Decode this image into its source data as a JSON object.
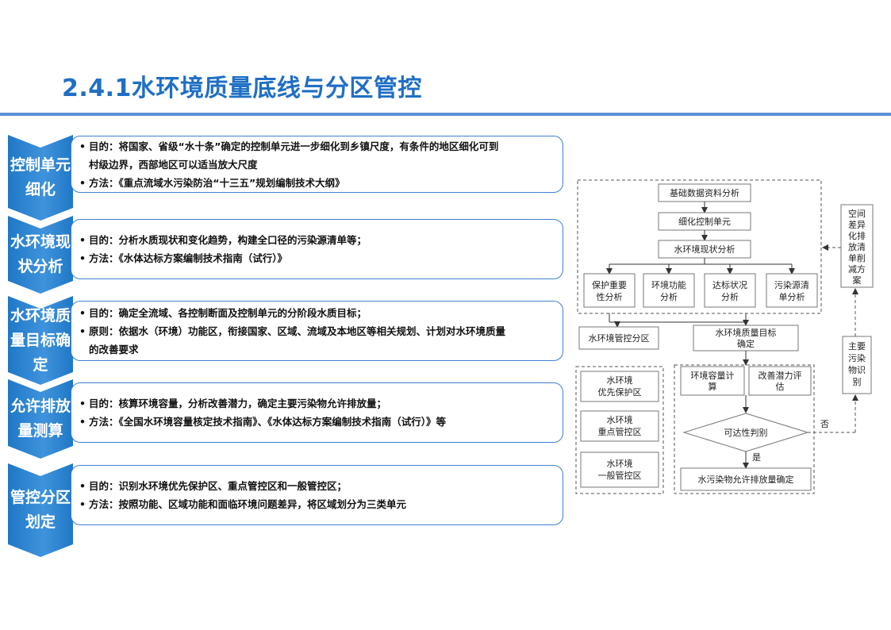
{
  "title": "2.4.1水环境质量底线与分区管控",
  "rows": [
    {
      "label": "控制单元\n细化",
      "lines": [
        "目的：将国家、省级“水十条”确定的控制单元进一步细化到乡镇尺度，有条件的地区细化可到",
        "村级边界，西部地区可以适当放大尺度",
        "方法：《重点流域水污染防治“十三五”规划编制技术大纲》"
      ]
    },
    {
      "label": "水环境现\n状分析",
      "lines": [
        "目的：分析水质现状和变化趋势，构建全口径的污染源清单等；",
        "方法：《水体达标方案编制技术指南（试行）》"
      ]
    },
    {
      "label": "水环境质\n量目标确\n定",
      "lines": [
        "目的：确定全流域、各控制断面及控制单元的分阶段水质目标；",
        "原则：依据水（环境）功能区，衔接国家、区域、流域及本地区等相关规划、计划对水环境质量",
        "的改善要求"
      ]
    },
    {
      "label": "允许排放\n量测算",
      "lines": [
        "目的：核算环境容量，分析改善潜力，确定主要污染物允许排放量；",
        "方法：《全国水环境容量核定技术指南》、《水体达标方案编制技术指南（试行）》等"
      ]
    },
    {
      "label": "管控分区\n划定",
      "lines": [
        "目的：识别水环境优先保护区、重点管控区和一般管控区；",
        "方法：按照功能、区域功能和面临环境问题差异，将区域划分为三类单元"
      ]
    }
  ],
  "flow": {
    "basic": "基础数据资料分析",
    "refine": "细化控制单元",
    "status": "水环境现状分析",
    "protect": [
      "保护重要",
      "性分析"
    ],
    "func": [
      "环境功能",
      "分析"
    ],
    "reach": [
      "达标状况",
      "分析"
    ],
    "pollution": [
      "污染源清",
      "单分析"
    ],
    "zoning": "水环境管控分区",
    "target": [
      "水环境质量目标",
      "确定"
    ],
    "priority": [
      "水环境",
      "优先保护区"
    ],
    "key": [
      "水环境",
      "重点管控区"
    ],
    "general": [
      "水环境",
      "一般管控区"
    ],
    "capacity": [
      "环境容量计",
      "算"
    ],
    "potential": [
      "改善潜力评",
      "估"
    ],
    "judge": "可达性判别",
    "yes": "是",
    "no": "否",
    "allow": "水污染物允许排放量确定",
    "identify": [
      "主要",
      "污染",
      "物识",
      "别"
    ],
    "reduction": [
      "空间",
      "差异",
      "化排",
      "放清",
      "单削",
      "减方",
      "案"
    ]
  }
}
